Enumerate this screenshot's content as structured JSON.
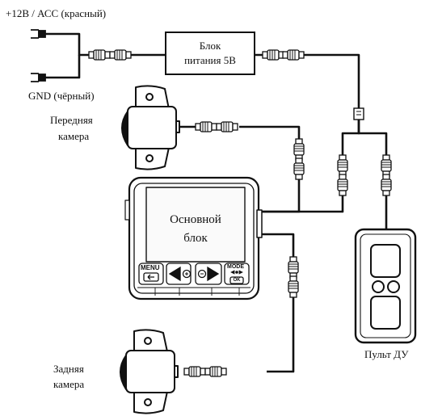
{
  "labels": {
    "power_plus": "+12В / АСС (красный)",
    "ground": "GND (чёрный)",
    "power_block_line1": "Блок",
    "power_block_line2": "питания 5В",
    "front_camera_line1": "Передняя",
    "front_camera_line2": "камера",
    "main_unit_line1": "Основной",
    "main_unit_line2": "блок",
    "rear_camera_line1": "Задняя",
    "rear_camera_line2": "камера",
    "remote": "Пульт ДУ"
  },
  "buttons": {
    "menu": "MENU",
    "mode": "MODE",
    "ok": "OK"
  },
  "colors": {
    "line": "#111111",
    "fill": "#ffffff",
    "screen_fill": "#fafafa"
  }
}
